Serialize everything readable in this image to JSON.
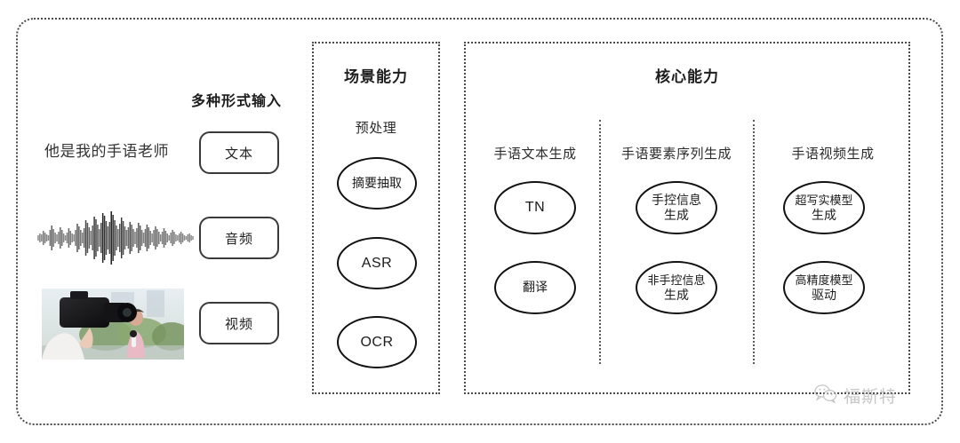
{
  "diagram": {
    "title_visible": false,
    "input_section": {
      "heading": "多种形式输入",
      "sample_text": "他是我的手语老师",
      "modalities": [
        {
          "label": "文本",
          "icon": "text-sample"
        },
        {
          "label": "音频",
          "icon": "audio-waveform"
        },
        {
          "label": "视频",
          "icon": "video-thumbnail"
        }
      ]
    },
    "scene_panel": {
      "title": "场景能力",
      "subtitle": "预处理",
      "nodes": [
        {
          "label": "摘要抽取",
          "script": "cjk"
        },
        {
          "label": "ASR",
          "script": "latin"
        },
        {
          "label": "OCR",
          "script": "latin"
        }
      ]
    },
    "core_panel": {
      "title": "核心能力",
      "columns": [
        {
          "heading": "手语文本生成",
          "nodes": [
            {
              "line1": "TN",
              "line2": "",
              "script": "latin"
            },
            {
              "line1": "翻译",
              "line2": "",
              "script": "cjk"
            }
          ]
        },
        {
          "heading": "手语要素序列生成",
          "nodes": [
            {
              "line1": "手控信息",
              "line2": "生成",
              "script": "cjk"
            },
            {
              "line1": "非手控信息",
              "line2": "生成",
              "script": "cjk"
            }
          ]
        },
        {
          "heading": "手语视频生成",
          "nodes": [
            {
              "line1": "超写实模型",
              "line2": "生成",
              "script": "cjk"
            },
            {
              "line1": "高精度模型",
              "line2": "驱动",
              "script": "cjk"
            }
          ]
        }
      ]
    },
    "watermark": {
      "text": "福斯特",
      "icon": "wechat-logo"
    },
    "colors": {
      "frame": "#4a4a4a",
      "node_stroke": "#111111",
      "text": "#2b2b2b",
      "watermark": "#9a9a9a",
      "background": "#ffffff"
    }
  }
}
